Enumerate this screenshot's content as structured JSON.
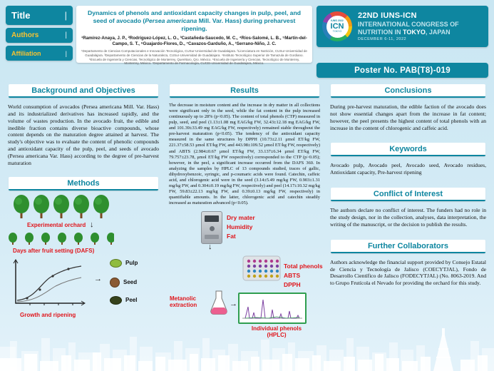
{
  "colors": {
    "teal": "#0e86a0",
    "red": "#e0151b",
    "yellow": "#f7c231",
    "background": "#cfe8f4",
    "tree_green": "#2f8f2f"
  },
  "icons": {
    "arrow_down": "↓",
    "arrow_right": "→"
  },
  "header": {
    "labels": {
      "title": "Title",
      "authors": "Authors",
      "affiliation": "Affiliation",
      "pipe": "|"
    },
    "title": {
      "part1": "Dynamics of phenols and antioxidant capacity changes in pulp, peel, and seed of avocado (",
      "italic": "Persea americana",
      "part2": " Mill. Var. Hass) during preharvest ripening."
    },
    "authors": "¹Ramírez-Anaya, J. P., ²Rodríguez-López, L. O., ³Castañeda-Saucedo, M. C., ⁴Ríos-Salomé, L. B., ⁵Martín-del-Campo, S. T., ⁶Guajardo-Flores, D., ⁷Cavazos-Garduño, A., ¹Serrano-Niño, J. C.",
    "affiliation": "¹Departamento de Ciencias Computacionales e Innovación Tecnológica, CUSur-Universidad de Guadalajara. ²Licenciatura en Nutrición, CUSur-Universidad de Guadalajara. ³Departamento de Ciencias de la Naturaleza, CUSur-Universidad de Guadalajara. ⁴Instituto Tecnológico Superior de Tamazula de Gordiano. ⁵Escuela de Ingeniería y Ciencias, Tecnológico de Monterrey, Querétaro, Qro. México. ⁶Escuela de Ingeniería y Ciencias, Tecnológico de Monterrey, Monterrey, México. ⁷Departamento de Farmacología, CUCEI-Universidad de Guadalajara, México."
  },
  "congress": {
    "logo": {
      "top": "IUNS 2022",
      "main": "ICN",
      "bottom": "TOKYO"
    },
    "line1": "22ND IUNS-ICN",
    "line2": "INTERNATIONAL CONGRESS OF",
    "line3_pre": "NUTRITION IN ",
    "line3_highlight": "TOKYO",
    "line3_post": ", JAPAN",
    "date": "DECEMBER 6-11, 2022"
  },
  "poster_no": "Poster No. PAB(T8)-019",
  "sections": {
    "background": {
      "heading": "Background and Objectives",
      "body": "World consumption of avocados (Persea americana Mill. Var. Hass) and its industrialized derivatives has increased rapidly, and the volume of wastes production. In the avocado fruit, the edible and inedible fraction contains diverse bioactive compounds, whose content depends on the maturation degree attained at harvest. The study's objective was to evaluate the content of phenolic compounds and antioxidant capacity of the pulp, peel, and seeds of avocado (Persea americana Var. Hass) according to the degree of pre-harvest maturation"
    },
    "methods": {
      "heading": "Methods",
      "orchard_label": "Experimental orchard",
      "dafs_label": "Days after fruit setting (DAFS)",
      "growth_label": "Growth and ripening",
      "pulp_label": "Pulp",
      "seed_label": "Seed",
      "peel_label": "Peel",
      "dry_matter_label": "Dry mater",
      "humidity_label": "Humidity",
      "fat_label": "Fat",
      "total_phenols_label": "Total phenols",
      "abts_label": "ABTS",
      "dpph_label": "DPPH",
      "metanolic_label": "Metanolic extraction",
      "hplc_label": "Individual phenols (HPLC)"
    },
    "results": {
      "heading": "Results",
      "body": "The decrease in moisture content and the increase in dry matter in all collections were significant only in the seed, while the fat content in the pulp increased continuously up to 28% (p<0.05). The content of total phenols (CTP) measured in pulp, seed, and peel (1.13±1.08 mg EAG/kg FW, 32.43±12.18 mg EAG/kg FW, and 101.39±33.49 mg EAG/kg FW, respectively) remained stable throughout the pre-harvest maturation (p<0.05). The tendency of the antioxidant capacity measured in the same structures by DPPH (10.73±2.11 μmol ET/kg FW, 221.37±58.53 μmol ET/kg FW, and 443.98±109.52 μmol ET/kg FW, respectively) and ABTS (2.984±0.67 μmol ET/kg FW, 33.137±6.34 μmol ET/kg FW, 79.757±23.78, μmol ET/kg FW respectively) corresponded to the CTP (p>0.05); however, in the peel, a significant increase occurred from the DAFS 360. In analyzing the samples by HPLC of 13 compounds studied, traces of gallic, dihydroxybenzoic, syringic, and p-coumaric acids were found. Catechin, caffeic acid, and chlorogenic acid were in the seed (3.14±5.49 mg/kg FW, 0.903±1.31 mg/kg FW, and 0.304±0.19 mg/kg FW, respectively) and peel (14.17±10.32 mg/kg FW, 59.83±22.13 mg/kg FW, and 0.39±0.13 mg/kg FW, respectively) in quantifiable amounts. In the latter, chlorogenic acid and catechin steadily increased as maturation advanced (p<0.05)."
    },
    "conclusions": {
      "heading": "Conclusions",
      "body": "During pre-harvest maturation, the edible faction of the avocado does not show essential changes apart from the increase in fat content; however, the peel presents the highest content of total phenols with an increase in the content of chlorogenic and caffeic acid."
    },
    "keywords": {
      "heading": "Keywords",
      "body": "Avocado pulp, Avocado peel, Avocado seed, Avocado residues, Antioxidant capacity, Pre-harvest ripening"
    },
    "conflict": {
      "heading": "Conflict of Interest",
      "body": "The authors declare no conflict of interest. The funders had no role in the study design, nor in the collection, analyses, data interpretation, the writing of the manuscript, or the decision to publish the results."
    },
    "collaborators": {
      "heading": "Further Collaborators",
      "body": "Authors acknowledge the financial support provided by Consejo Estatal de Ciencia y Tecnología de Jalisco (COECYTJAL), Fondo de Desarrollo Científico de Jalisco (FODECYTJAL) (No. 8063-2019. And to Grupo Frutícola el Nevado for providing the orchard for this study."
    }
  }
}
